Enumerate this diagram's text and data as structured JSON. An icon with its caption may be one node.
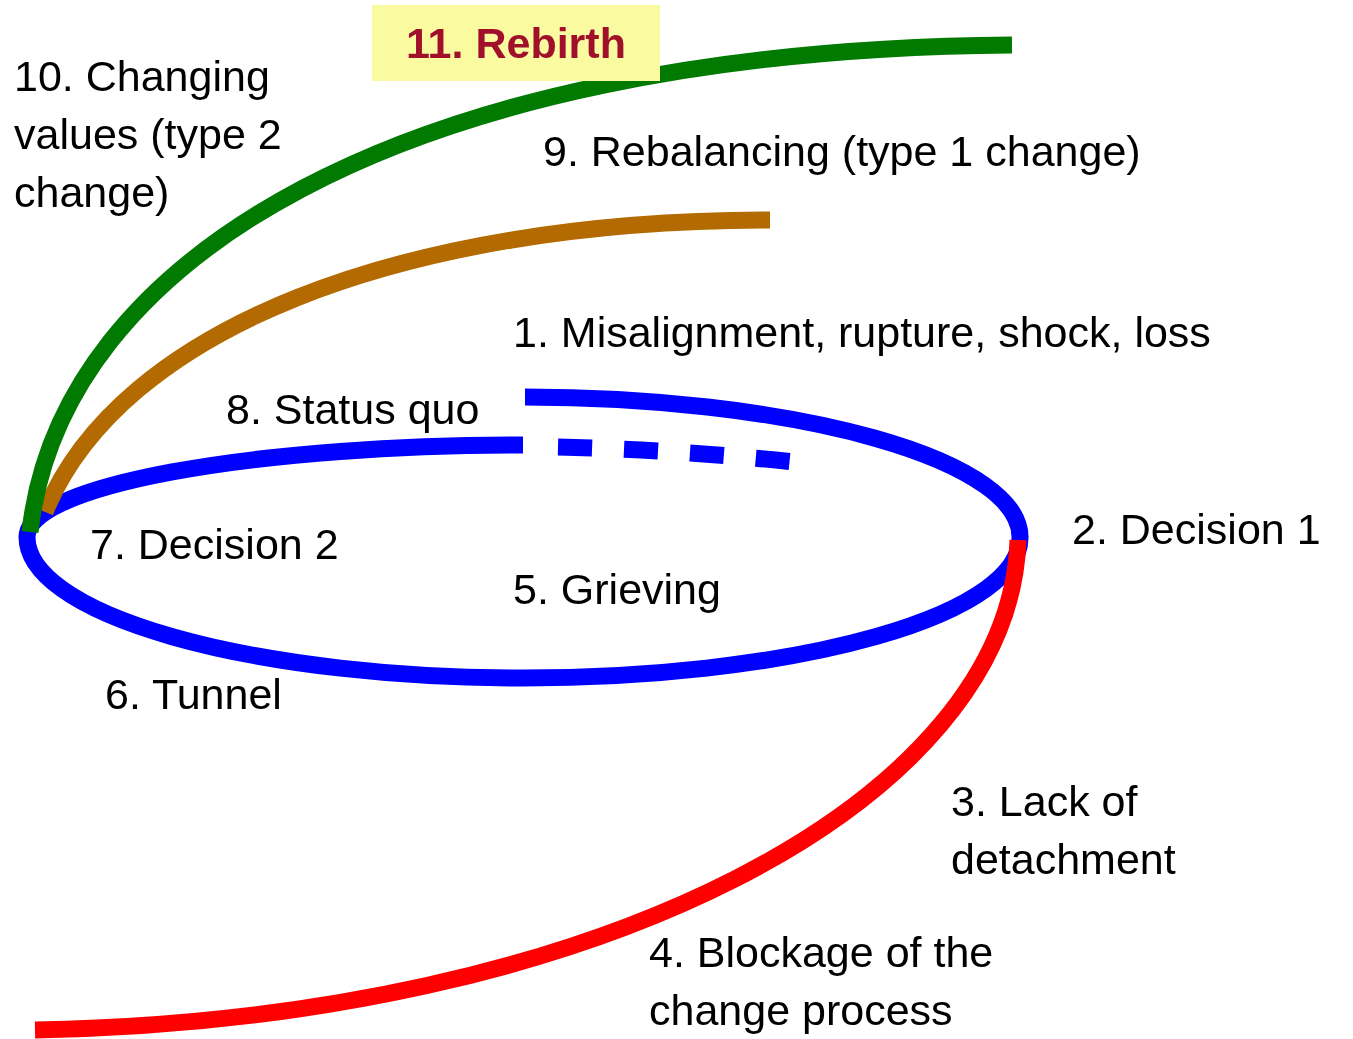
{
  "diagram": {
    "nodes": [
      {
        "text": [
          "11. Rebirth"
        ]
      }
    ],
    "labels": [
      "10. Changing values (type 2 change)",
      "9. Rebalancing (type 1 change)",
      "1. Misalignment, rupture, shock, loss",
      "8. Status quo",
      "7. Decision 2",
      "2. Decision 1",
      "5. Grieving",
      "6. Tunnel",
      "3. Lack of detachment",
      "4. Blockage of the change process"
    ]
  }
}
